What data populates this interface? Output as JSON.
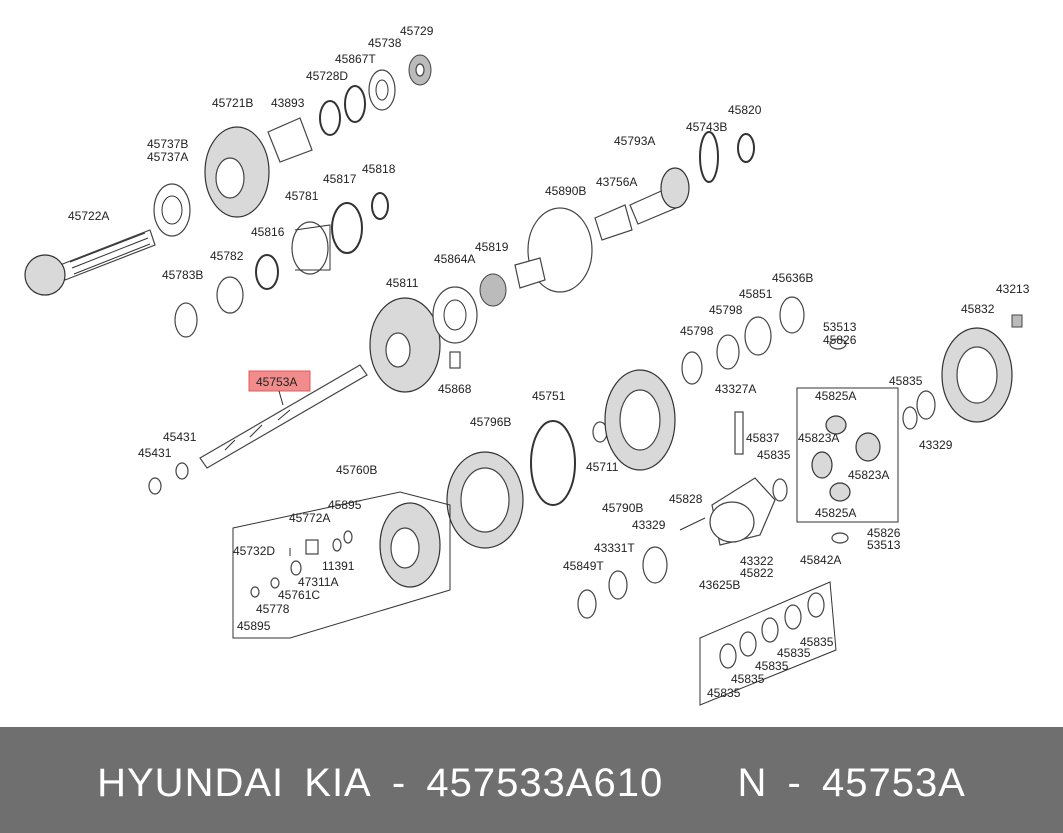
{
  "labels": {
    "l45729": "45729",
    "l45738": "45738",
    "l45867T": "45867T",
    "l45728D": "45728D",
    "l45721B": "45721B",
    "l43893": "43893",
    "l45737B": "45737B",
    "l45737A": "45737A",
    "l45722A": "45722A",
    "l45781": "45781",
    "l45817": "45817",
    "l45818": "45818",
    "l45816": "45816",
    "l45782": "45782",
    "l45783B": "45783B",
    "l45820": "45820",
    "l45743B": "45743B",
    "l45793A": "45793A",
    "l45890B": "45890B",
    "l43756A": "43756A",
    "l45819": "45819",
    "l45864A": "45864A",
    "l45811": "45811",
    "l45868": "45868",
    "l45636B": "45636B",
    "l45851": "45851",
    "l45798a": "45798",
    "l45798b": "45798",
    "l43213": "43213",
    "l45832": "45832",
    "l53513a": "53513",
    "l45826a": "45826",
    "l45753A": "45753A",
    "l45431a": "45431",
    "l45431b": "45431",
    "l45751": "45751",
    "l45796B": "45796B",
    "l43327A": "43327A",
    "l45825Aa": "45825A",
    "l45835a": "45835",
    "l45837": "45837",
    "l45823Aa": "45823A",
    "l45835b": "45835",
    "l45823Ab": "45823A",
    "l43329a": "43329",
    "l45711": "45711",
    "l45790B": "45790B",
    "l45825Ab": "45825A",
    "l45760B": "45760B",
    "l45895a": "45895",
    "l45772A": "45772A",
    "l45732D": "45732D",
    "l11391": "11391",
    "l47311A": "47311A",
    "l45761C": "45761C",
    "l45778": "45778",
    "l45895b": "45895",
    "l45828": "45828",
    "l43329b": "43329",
    "l43331T": "43331T",
    "l45849T": "45849T",
    "l43625B": "43625B",
    "l43322": "43322",
    "l45822": "45822",
    "l45826b": "45826",
    "l53513b": "53513",
    "l45842A": "45842A",
    "l45835c": "45835",
    "l45835d": "45835",
    "l45835e": "45835",
    "l45835f": "45835",
    "l45835g": "45835"
  },
  "highlight": {
    "label": "45753A",
    "color": "#f28b8b"
  },
  "footer": {
    "brand": "HYUNDAI",
    "make": "KIA",
    "sep1": "-",
    "part_number": "457533A610",
    "n_prefix": "N",
    "sep2": "-",
    "ref_code": "45753A",
    "background": "#6f6f6f"
  }
}
